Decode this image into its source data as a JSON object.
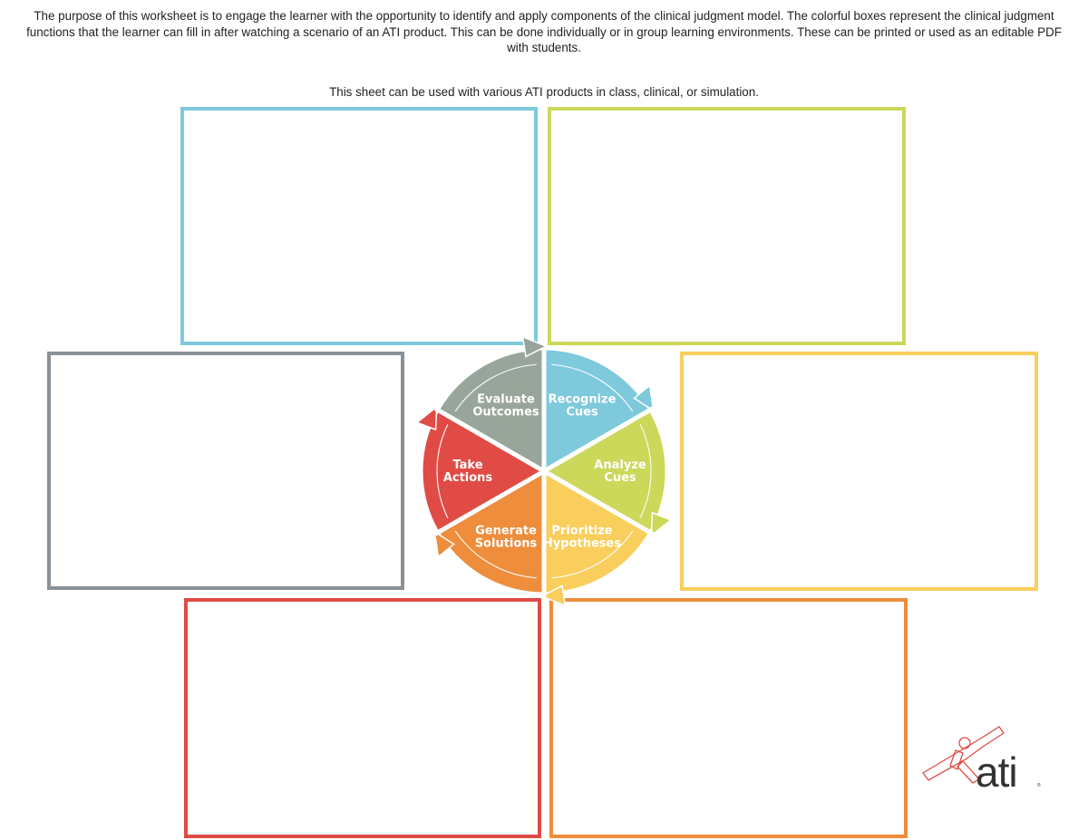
{
  "intro_text": "The purpose of this worksheet is to engage the learner with the opportunity to identify and apply components of the clinical judgment model. The colorful boxes represent the clinical judgment functions that the learner can fill in after watching a scenario of an ATI product. This can be done individually or in group learning environments. These can be printed or used as an editable PDF with students.",
  "usage_note": "This sheet can be used with various ATI products in class, clinical, or simulation.",
  "wheel": {
    "segments": [
      {
        "id": "recognize-cues",
        "line1": "Recognize",
        "line2": "Cues",
        "color": "#7ec9dc"
      },
      {
        "id": "analyze-cues",
        "line1": "Analyze",
        "line2": "Cues",
        "color": "#cbd85a"
      },
      {
        "id": "prioritize-hypotheses",
        "line1": "Prioritize",
        "line2": "Hypotheses",
        "color": "#f9ce5c"
      },
      {
        "id": "generate-solutions",
        "line1": "Generate",
        "line2": "Solutions",
        "color": "#ee8d3c"
      },
      {
        "id": "take-actions",
        "line1": "Take",
        "line2": "Actions",
        "color": "#e04c45"
      },
      {
        "id": "evaluate-outcomes",
        "line1": "Evaluate",
        "line2": "Outcomes",
        "color": "#98a59b"
      }
    ]
  },
  "box_colors": {
    "recognize": "#7ec9dc",
    "analyze": "#cbd85a",
    "prioritize": "#f9ce5c",
    "generate": "#ee8d3c",
    "take": "#e04c45",
    "evaluate": "#8a9297"
  },
  "logo": {
    "text": "ati",
    "color": "#e04c45",
    "text_color": "#333333"
  }
}
